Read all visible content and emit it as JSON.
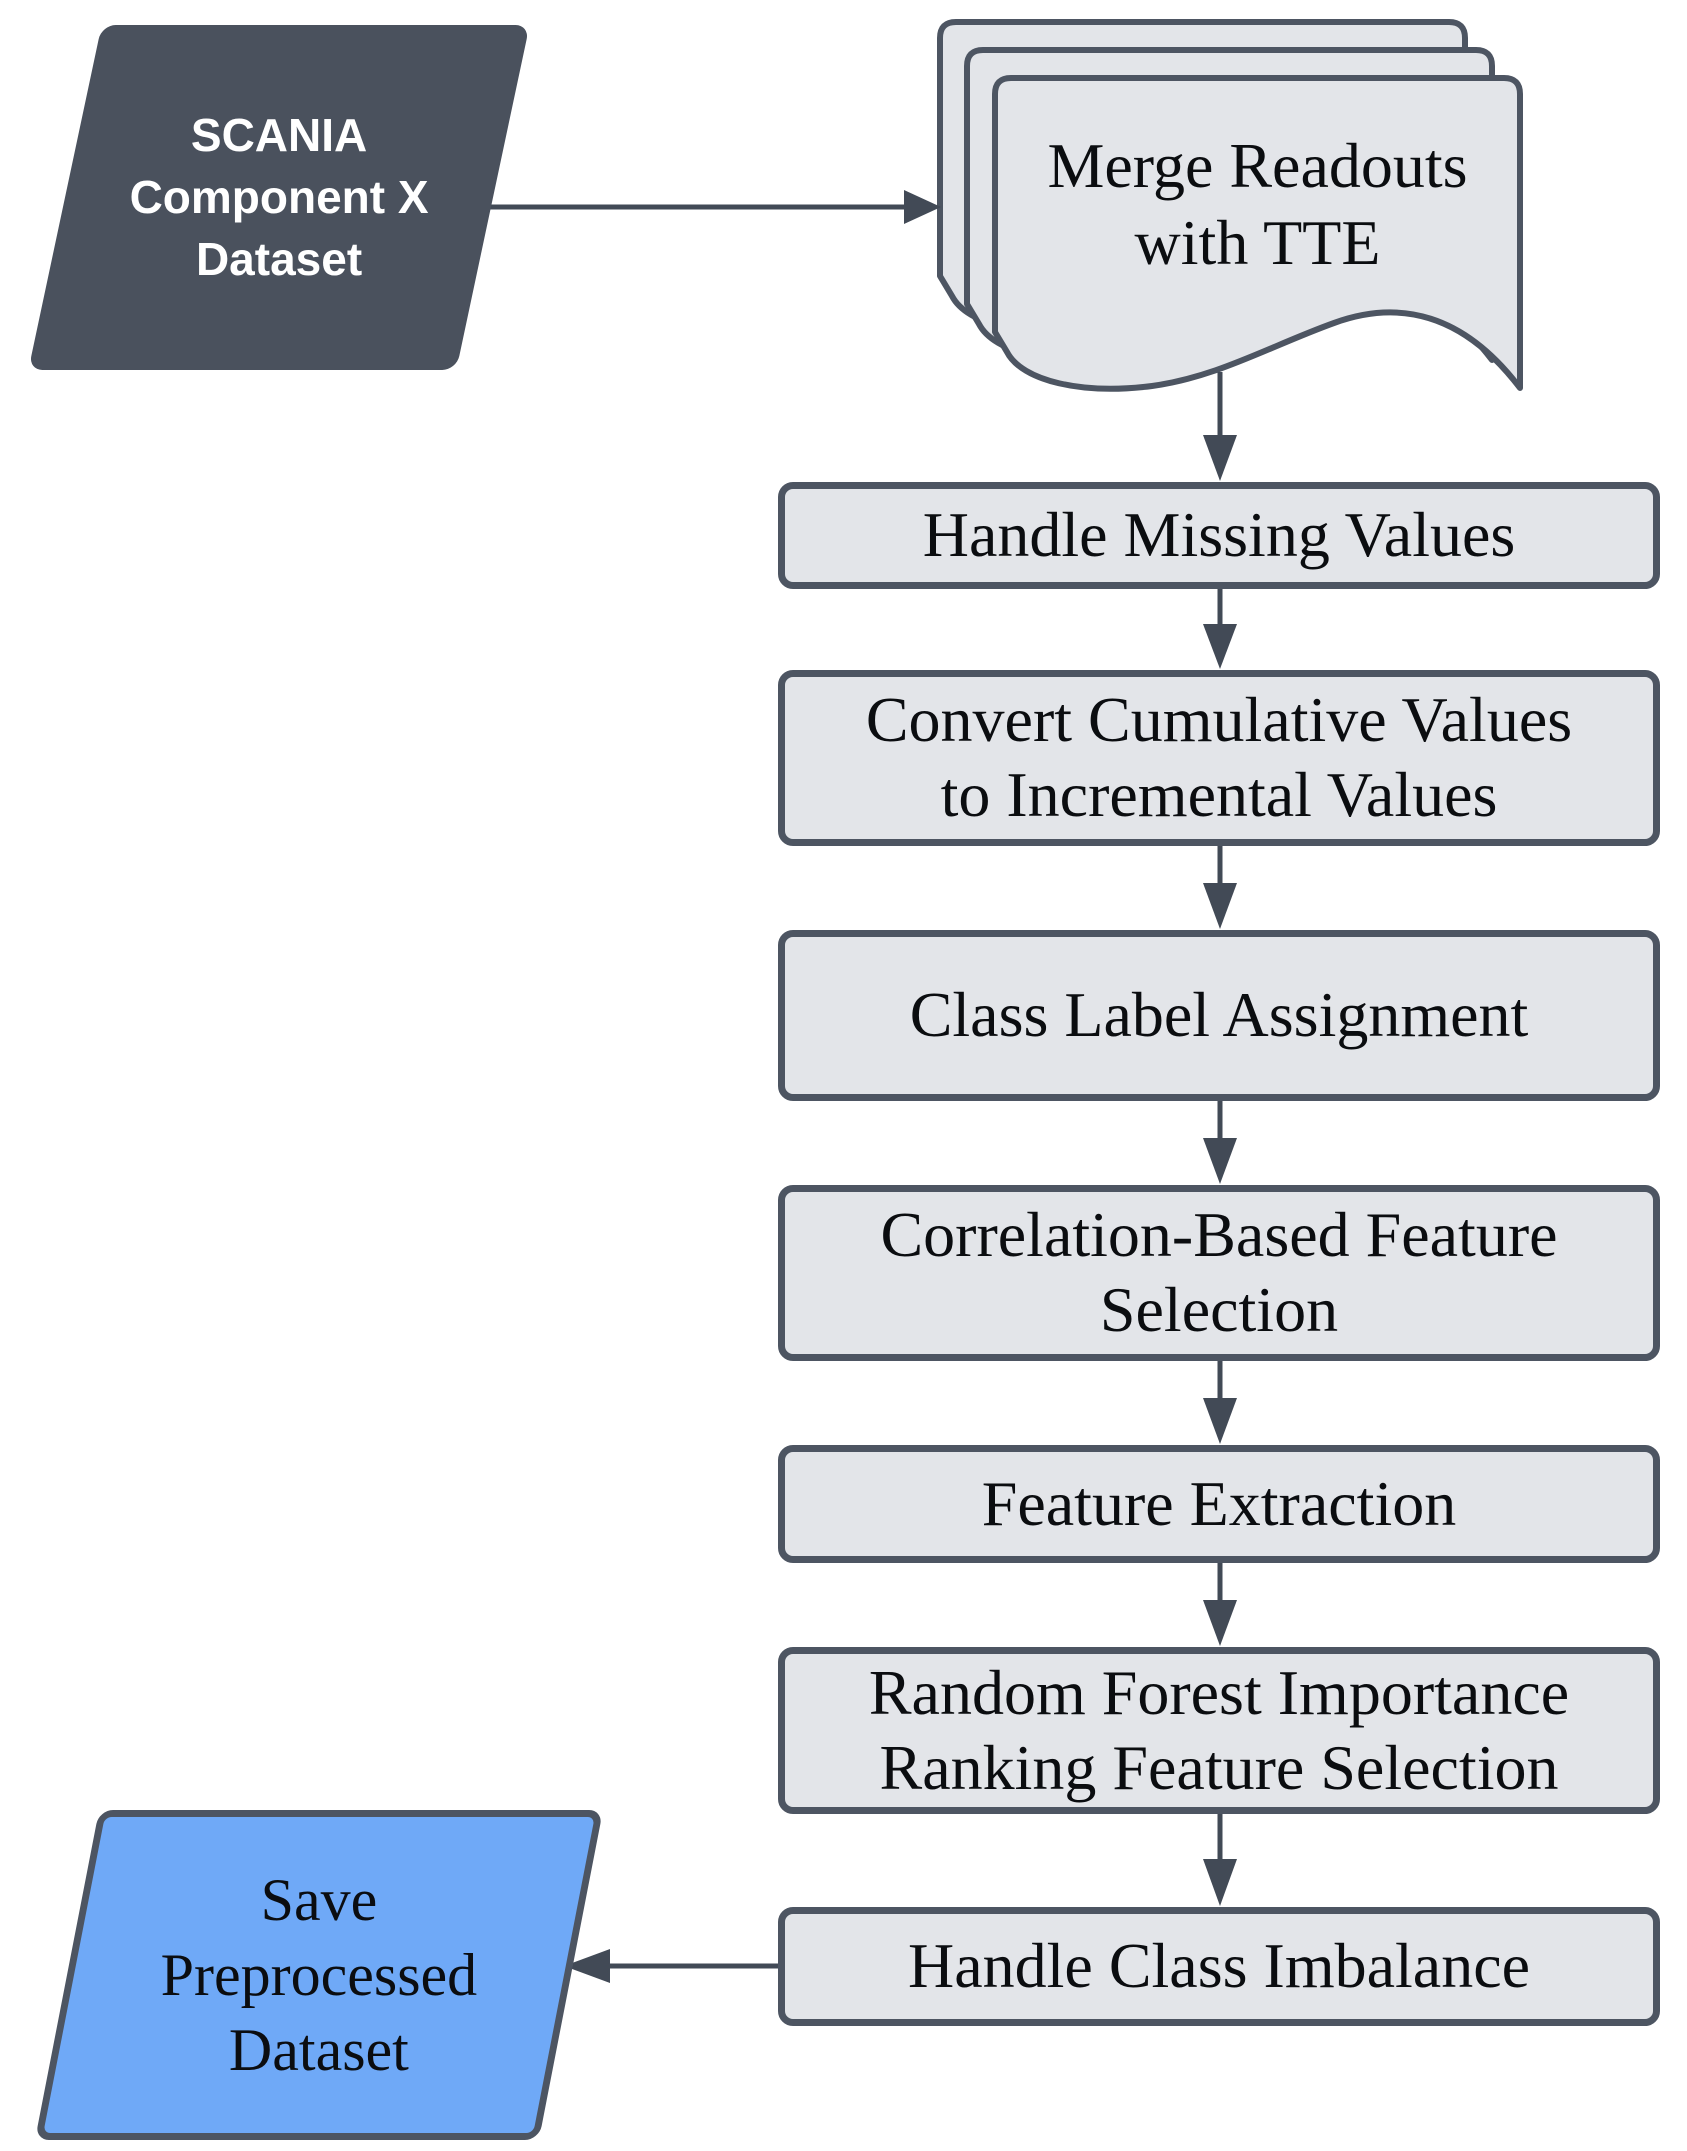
{
  "canvas": {
    "background": "#ffffff"
  },
  "colors": {
    "dark_fill": "#4a515d",
    "shape_border": "#4d5562",
    "light_fill": "#e3e5e9",
    "blue_fill": "#6fa9f7",
    "arrow": "#424a56",
    "text_dark": "#0b0d10",
    "text_light": "#ffffff"
  },
  "nodes": {
    "scania": {
      "label": "SCANIA Component X Dataset",
      "shape": "parallelogram"
    },
    "merge": {
      "label": "Merge Readouts with TTE",
      "shape": "multi-document"
    },
    "steps": [
      {
        "label": "Handle Missing Values"
      },
      {
        "label": "Convert Cumulative Values to Incremental Values"
      },
      {
        "label": "Class Label Assignment"
      },
      {
        "label": "Correlation-Based Feature Selection"
      },
      {
        "label": "Feature Extraction"
      },
      {
        "label": "Random Forest Importance Ranking Feature Selection"
      },
      {
        "label": "Handle Class Imbalance"
      }
    ],
    "save": {
      "label": "Save Preprocessed Dataset",
      "shape": "parallelogram"
    }
  },
  "edges": [
    {
      "from": "SCANIA Component X Dataset",
      "to": "Merge Readouts with TTE"
    },
    {
      "from": "Merge Readouts with TTE",
      "to": "Handle Missing Values"
    },
    {
      "from": "Handle Missing Values",
      "to": "Convert Cumulative Values to Incremental Values"
    },
    {
      "from": "Convert Cumulative Values to Incremental Values",
      "to": "Class Label Assignment"
    },
    {
      "from": "Class Label Assignment",
      "to": "Correlation-Based Feature Selection"
    },
    {
      "from": "Correlation-Based Feature Selection",
      "to": "Feature Extraction"
    },
    {
      "from": "Feature Extraction",
      "to": "Random Forest Importance Ranking Feature Selection"
    },
    {
      "from": "Random Forest Importance Ranking Feature Selection",
      "to": "Handle Class Imbalance"
    },
    {
      "from": "Handle Class Imbalance",
      "to": "Save Preprocessed Dataset"
    }
  ]
}
